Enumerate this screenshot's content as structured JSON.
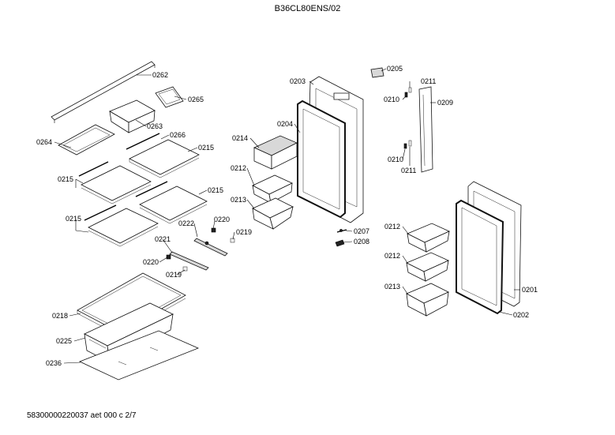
{
  "header": {
    "model": "B36CL80ENS/02"
  },
  "footer": {
    "doc_id": "58300000220037 aet 000 c 2/7"
  },
  "labels": {
    "p0262": "0262",
    "p0265": "0265",
    "p0263": "0263",
    "p0264": "0264",
    "p0266": "0266",
    "p0215a": "0215",
    "p0215b": "0215",
    "p0215c": "0215",
    "p0215d": "0215",
    "p0222": "0222",
    "p0220a": "0220",
    "p0219a": "0219",
    "p0221": "0221",
    "p0220b": "0220",
    "p0219b": "0219",
    "p0218": "0218",
    "p0225": "0225",
    "p0236": "0236",
    "p0203": "0203",
    "p0204": "0204",
    "p0214": "0214",
    "p0212a": "0212",
    "p0213a": "0213",
    "p0205": "0205",
    "p0211a": "0211",
    "p0210a": "0210",
    "p0209": "0209",
    "p0210b": "0210",
    "p0211b": "0211",
    "p0207": "0207",
    "p0208": "0208",
    "p0212b": "0212",
    "p0212c": "0212",
    "p0213b": "0213",
    "p0201": "0201",
    "p0202": "0202"
  }
}
